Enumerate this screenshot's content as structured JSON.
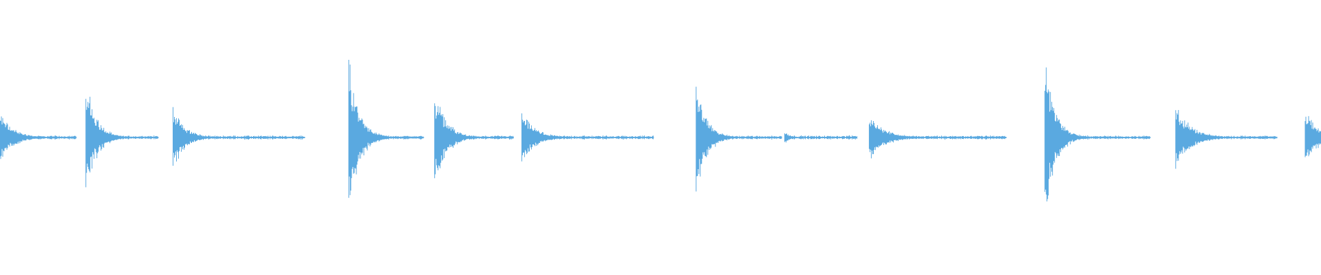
{
  "waveform": {
    "color": "#5aa9e0",
    "background": "#ffffff",
    "baseline_fraction": 0.5,
    "noise_floor": 0.012,
    "onsets": [
      {
        "t": 0.0,
        "peak": 0.2,
        "decay": 0.04,
        "tail": 0.058
      },
      {
        "t": 0.065,
        "peak": 0.5,
        "decay": 0.03,
        "tail": 0.055
      },
      {
        "t": 0.131,
        "peak": 0.26,
        "decay": 0.035,
        "tail": 0.1
      },
      {
        "t": 0.264,
        "peak": 0.66,
        "decay": 0.03,
        "tail": 0.057
      },
      {
        "t": 0.329,
        "peak": 0.39,
        "decay": 0.035,
        "tail": 0.06
      },
      {
        "t": 0.395,
        "peak": 0.21,
        "decay": 0.04,
        "tail": 0.1
      },
      {
        "t": 0.527,
        "peak": 0.48,
        "decay": 0.03,
        "tail": 0.065
      },
      {
        "t": 0.594,
        "peak": 0.05,
        "decay": 0.02,
        "tail": 0.055
      },
      {
        "t": 0.658,
        "peak": 0.2,
        "decay": 0.045,
        "tail": 0.104
      },
      {
        "t": 0.791,
        "peak": 0.7,
        "decay": 0.03,
        "tail": 0.08
      },
      {
        "t": 0.89,
        "peak": 0.26,
        "decay": 0.045,
        "tail": 0.077
      },
      {
        "t": 0.988,
        "peak": 0.23,
        "decay": 0.04,
        "tail": 0.03
      }
    ]
  }
}
